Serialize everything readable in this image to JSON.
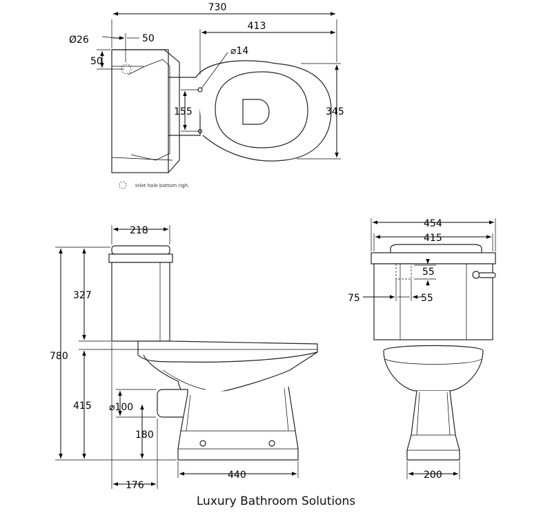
{
  "labels": {
    "plan_width": "730",
    "plan_bowl_length": "413",
    "plan_hole_dia": "Ø26",
    "plan_hole_offset_x": "50",
    "plan_hole_offset_y": "50",
    "plan_fixing_dia": "⌀14",
    "plan_fixing_spacing": "155",
    "plan_bowl_width": "345",
    "plan_note": "Inlet hole bottom righ.",
    "side_cistern_depth": "218",
    "side_cistern_height": "327",
    "side_total_height": "780",
    "side_pan_height": "415",
    "side_outlet_dia": "⌀100",
    "side_outlet_height": "180",
    "side_outlet_setback": "176",
    "side_base_length": "440",
    "front_width_outer": "454",
    "front_width_inner": "415",
    "front_dim_55_top": "55",
    "front_dim_75": "75",
    "front_dim_55_side": "55",
    "front_base_width": "200"
  },
  "caption": "Luxury Bathroom Solutions"
}
